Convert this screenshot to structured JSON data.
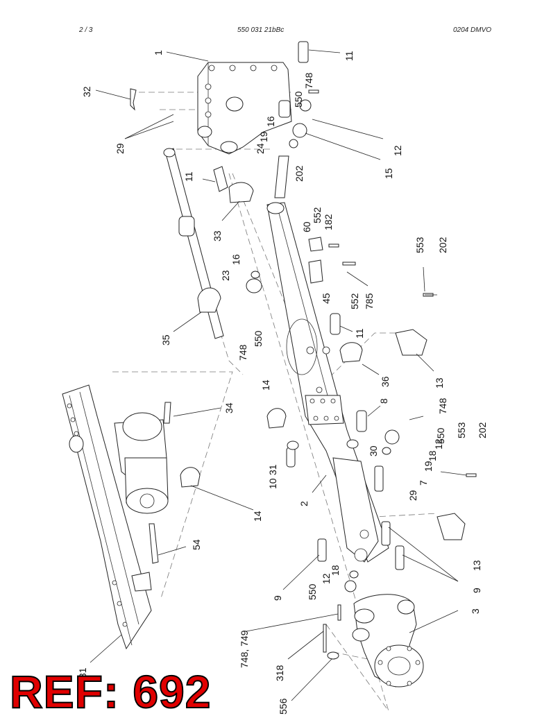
{
  "header": {
    "page": "2 /   3",
    "doc_number": "550 031 21bBc",
    "code": "0204 DMVO"
  },
  "ref_label": "REF: 692",
  "labels": [
    "1",
    "11",
    "32",
    "748",
    "550",
    "16",
    "19",
    "24",
    "29",
    "12",
    "202",
    "15",
    "11",
    "33",
    "60",
    "552",
    "182",
    "23",
    "16",
    "45",
    "552",
    "785",
    "553",
    "202",
    "35",
    "748",
    "550",
    "11",
    "13",
    "36",
    "14",
    "34",
    "8",
    "748",
    "550",
    "12",
    "18",
    "19",
    "553",
    "202",
    "30",
    "31",
    "10",
    "7",
    "29",
    "14",
    "2",
    "54",
    "13",
    "9",
    "9",
    "12",
    "18",
    "550",
    "3",
    "748, 749",
    "318",
    "556",
    "31"
  ]
}
